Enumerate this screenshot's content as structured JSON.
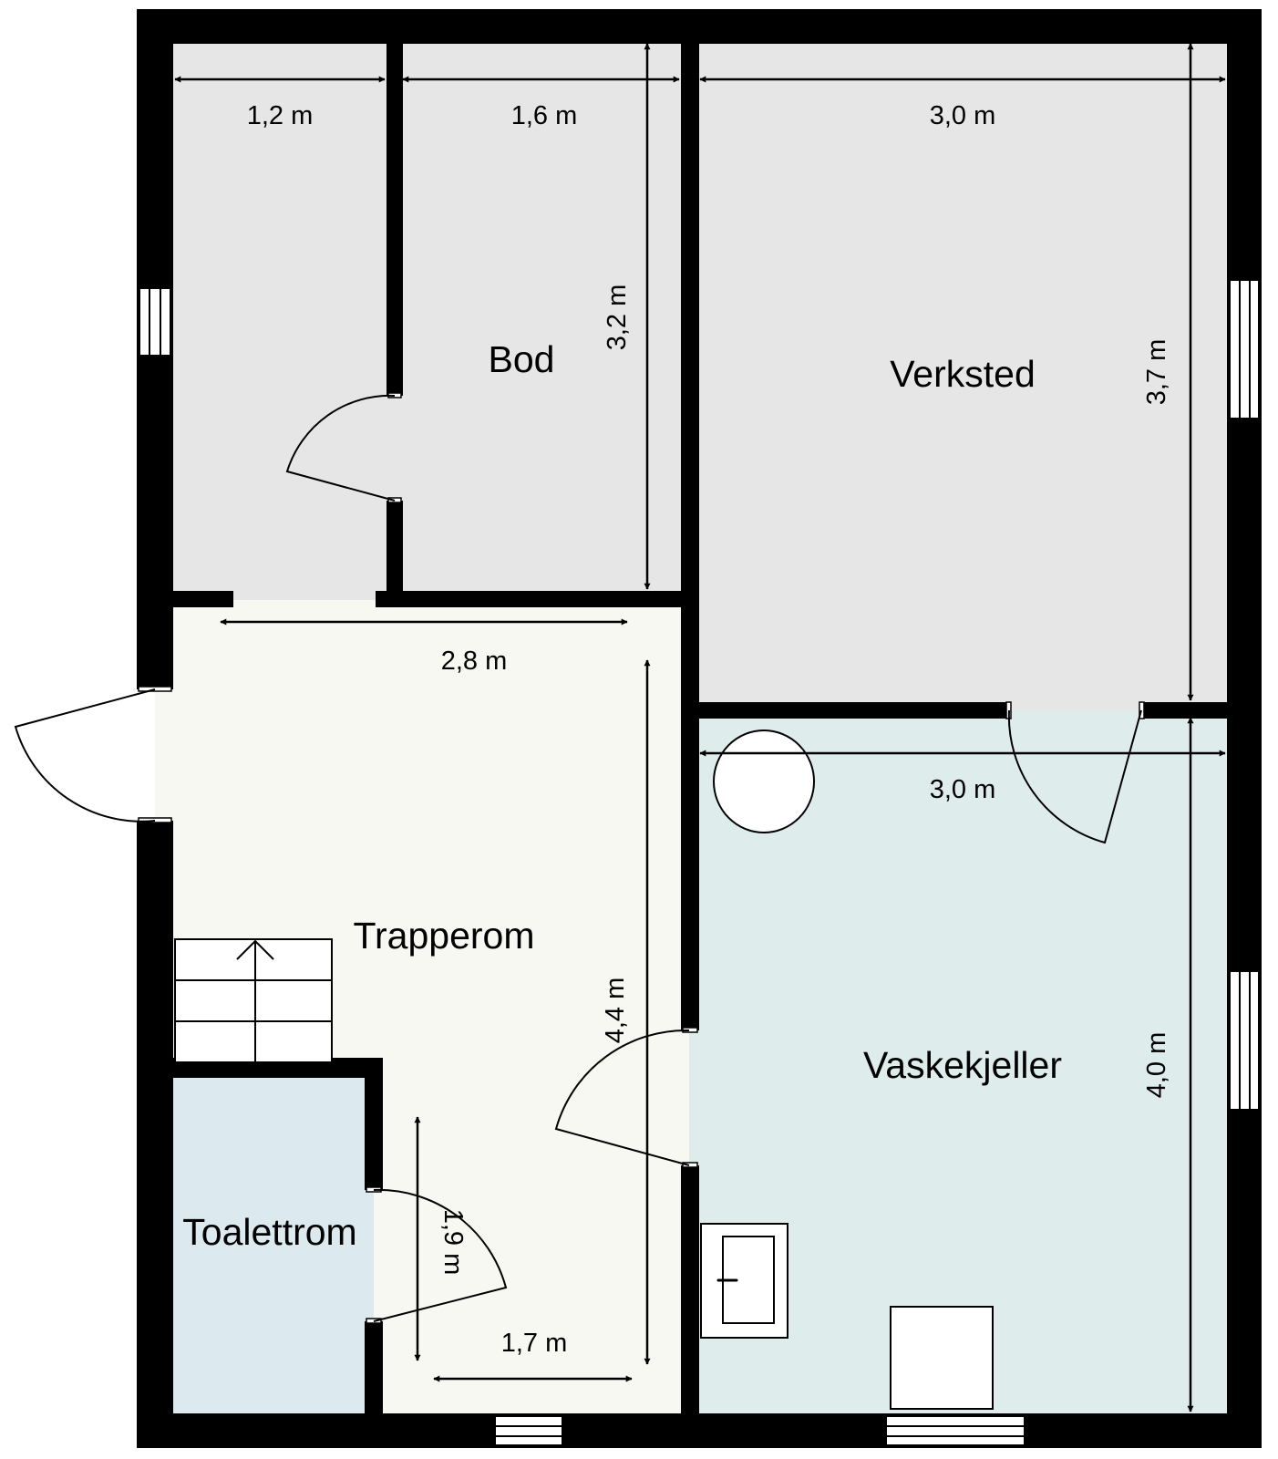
{
  "rooms": {
    "bod": "Bod",
    "verksted": "Verksted",
    "trapperom": "Trapperom",
    "vaskekjeller": "Vaskekjeller",
    "toalettrom": "Toalettrom"
  },
  "dimensions": {
    "left_closet_width": "1,2 m",
    "bod_width": "1,6 m",
    "bod_depth": "3,2 m",
    "verksted_width": "3,0 m",
    "verksted_depth": "3,7 m",
    "trapperom_width": "2,8 m",
    "trapperom_depth": "4,4 m",
    "vaskekjeller_width": "3,0 m",
    "vaskekjeller_depth": "4,0 m",
    "hall_depth": "1,9 m",
    "hall_width": "1,7 m"
  },
  "colors": {
    "wall": "#000000",
    "storage_floor": "#e6e6e6",
    "stair_floor": "#f7f8f2",
    "laundry_floor": "#deecec",
    "toilet_floor": "#dce9ee"
  }
}
